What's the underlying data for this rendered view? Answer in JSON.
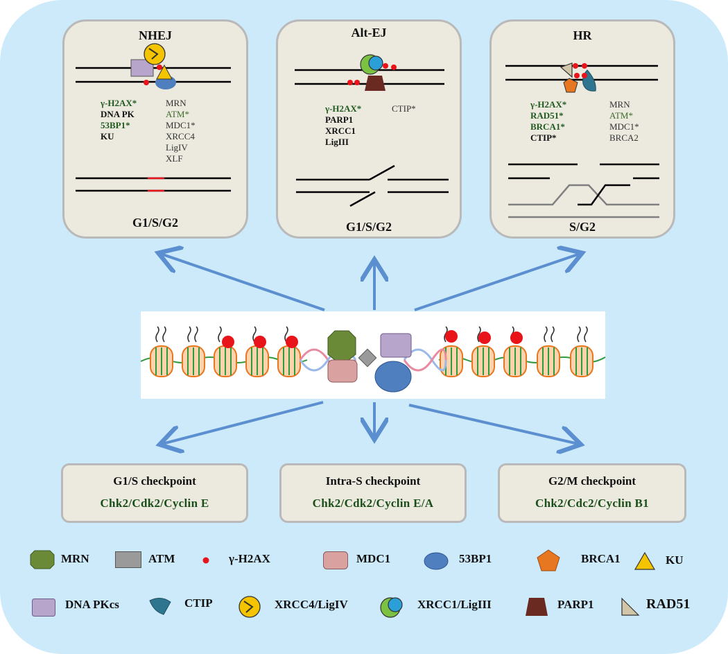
{
  "colors": {
    "background": "#cdeafb",
    "card": "#ece9df",
    "arrow": "#5b8fd0",
    "mrn": "#6a8a38",
    "atm": "#9a9a9a",
    "h2ax": "#e8141a",
    "mdc1": "#d9a2a0",
    "bp53": "#4f7fbf",
    "brca1": "#e87722",
    "ku": "#f5c400",
    "dnapkcs": "#b7a5cc",
    "ctip": "#2f7590",
    "parp1": "#6b2a21",
    "rad51": "#d2c6a8"
  },
  "pathways": {
    "nhej": {
      "title": "NHEJ",
      "cycle": "G1/S/G2",
      "left": [
        "γ-H2AX*",
        "DNA PK",
        "53BP1*",
        "KU"
      ],
      "right": [
        "MRN",
        "ATM*",
        "MDC1*",
        "XRCC4",
        "LigIV",
        "XLF"
      ]
    },
    "altej": {
      "title": "Alt-EJ",
      "cycle": "G1/S/G2",
      "left": [
        "γ-H2AX*",
        "PARP1",
        "XRCC1",
        "LigIII"
      ],
      "right": [
        "CTIP*"
      ]
    },
    "hr": {
      "title": "HR",
      "cycle": "S/G2",
      "left": [
        "γ-H2AX*",
        "RAD51*",
        "BRCA1*",
        "CTIP*"
      ],
      "right": [
        "MRN",
        "ATM*",
        "MDC1*",
        "BRCA2"
      ]
    }
  },
  "checkpoints": [
    {
      "title": "G1/S checkpoint",
      "proteins": "Chk2/Cdk2/Cyclin  E"
    },
    {
      "title": "Intra-S checkpoint",
      "proteins": "Chk2/Cdk2/Cyclin  E/A"
    },
    {
      "title": "G2/M checkpoint",
      "proteins": "Chk2/Cdc2/Cyclin  B1"
    }
  ],
  "legend": {
    "mrn": "MRN",
    "atm": "ATM",
    "h2ax": "γ-H2AX",
    "mdc1": "MDC1",
    "bp53": "53BP1",
    "brca1": "BRCA1",
    "ku": "KU",
    "dnapkcs": "DNA PKcs",
    "ctip": "CTIP",
    "xrcc4": "XRCC4/LigIV",
    "xrcc1": "XRCC1/LigIII",
    "parp1": "PARP1",
    "rad51": "RAD51"
  }
}
